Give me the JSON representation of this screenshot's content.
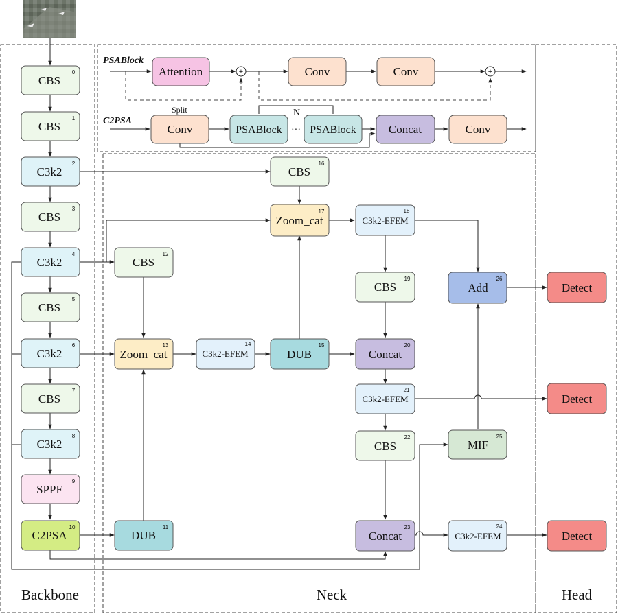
{
  "sections": {
    "backbone": "Backbone",
    "neck": "Neck",
    "head": "Head"
  },
  "modules": {
    "psablock_title": "PSABlock",
    "c2psa_title": "C2PSA",
    "split_label": "Split",
    "repeat_label": "N",
    "ellipsis": "···",
    "attention": "Attention",
    "conv": "Conv",
    "psablock": "PSABlock",
    "concat": "Concat",
    "add_symbol": "+"
  },
  "backbone_nodes": [
    {
      "label": "CBS",
      "index": "0"
    },
    {
      "label": "CBS",
      "index": "1"
    },
    {
      "label": "C3k2",
      "index": "2"
    },
    {
      "label": "CBS",
      "index": "3"
    },
    {
      "label": "C3k2",
      "index": "4"
    },
    {
      "label": "CBS",
      "index": "5"
    },
    {
      "label": "C3k2",
      "index": "6"
    },
    {
      "label": "CBS",
      "index": "7"
    },
    {
      "label": "C3k2",
      "index": "8"
    },
    {
      "label": "SPPF",
      "index": "9"
    },
    {
      "label": "C2PSA",
      "index": "10"
    }
  ],
  "neck_nodes": {
    "n11": {
      "label": "DUB",
      "index": "11"
    },
    "n12": {
      "label": "CBS",
      "index": "12"
    },
    "n13": {
      "label": "Zoom_cat",
      "index": "13"
    },
    "n14": {
      "label": "C3k2-EFEM",
      "index": "14"
    },
    "n15": {
      "label": "DUB",
      "index": "15"
    },
    "n16": {
      "label": "CBS",
      "index": "16"
    },
    "n17": {
      "label": "Zoom_cat",
      "index": "17"
    },
    "n18": {
      "label": "C3k2-EFEM",
      "index": "18"
    },
    "n19": {
      "label": "CBS",
      "index": "19"
    },
    "n20": {
      "label": "Concat",
      "index": "20"
    },
    "n21": {
      "label": "C3k2-EFEM",
      "index": "21"
    },
    "n22": {
      "label": "CBS",
      "index": "22"
    },
    "n23": {
      "label": "Concat",
      "index": "23"
    },
    "n24": {
      "label": "C3k2-EFEM",
      "index": "24"
    },
    "n25": {
      "label": "MIF",
      "index": "25"
    },
    "n26": {
      "label": "Add",
      "index": "26"
    }
  },
  "head_nodes": [
    "Detect",
    "Detect",
    "Detect"
  ],
  "colors": {
    "cbs": "#eef8ea",
    "c3k2": "#dff3f8",
    "efem": "#e3f1fb",
    "sppf": "#fce4f1",
    "c2psa": "#d4ec84",
    "dub": "#a7dadf",
    "zoom_cat": "#fdedc6",
    "concat": "#c7bde0",
    "mif": "#d6e8d4",
    "add": "#a6bde9",
    "detect": "#f48b88",
    "attention": "#f6c3e4",
    "conv": "#fde1cf",
    "psablock": "#c7e6e6"
  }
}
